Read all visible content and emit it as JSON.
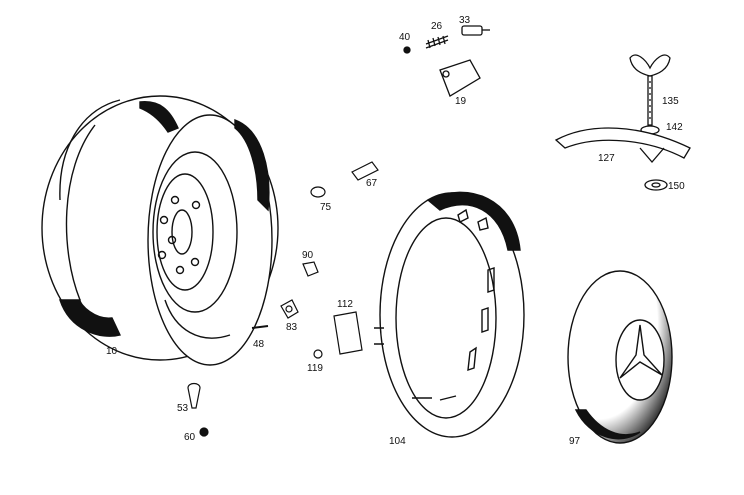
{
  "diagram": {
    "labels": {
      "wheel_rim": "10",
      "spring": "26",
      "bolt": "33",
      "nut_small": "40",
      "clamp_block": "19",
      "wing_bolt": "135",
      "washer_top": "142",
      "bracket": "127",
      "washer_bottom": "150",
      "clip": "67",
      "sleeve": "75",
      "lug_bolt": "90",
      "lug_nut": "83",
      "valve_cap": "48",
      "retainer_plate": "112",
      "small_nut": "119",
      "valve_stem": "53",
      "valve_cap_small": "60",
      "trim_ring": "104",
      "hubcap": "97"
    },
    "colors": {
      "ink": "#111111",
      "paper": "#ffffff"
    }
  }
}
